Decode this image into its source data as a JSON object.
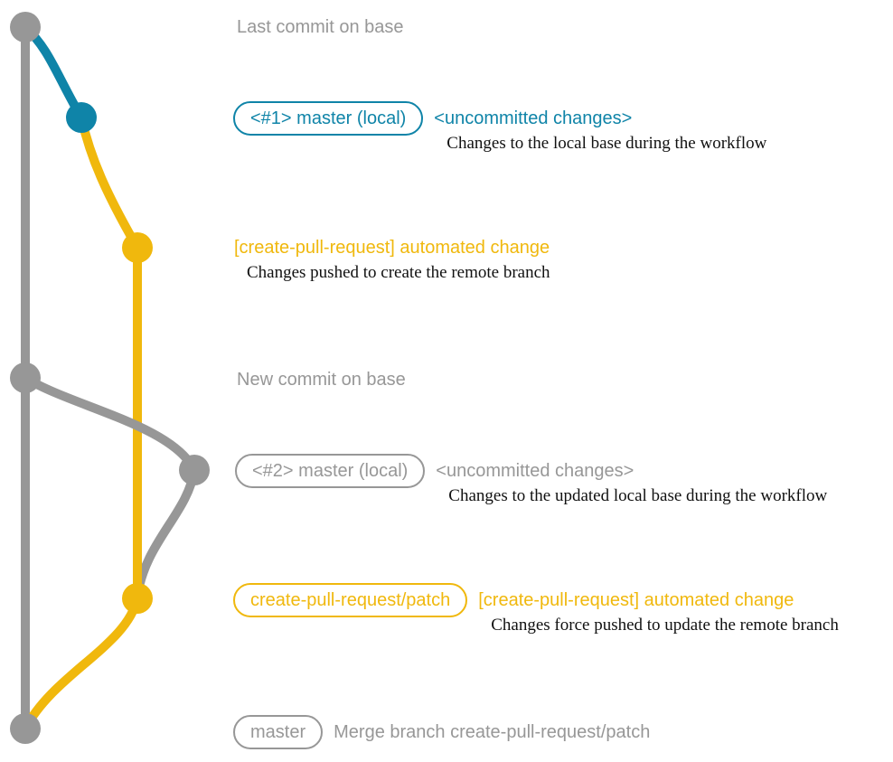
{
  "palette": {
    "gray": "#979797",
    "teal": "#0f84a8",
    "yellow": "#f0b80d",
    "note_text": "#111111",
    "background": "#ffffff"
  },
  "diagram": {
    "branches": [
      {
        "name": "base",
        "color": "#979797"
      },
      {
        "name": "master (local)",
        "color": "#0f84a8"
      },
      {
        "name": "create-pull-request/patch",
        "color": "#f0b80d"
      }
    ],
    "commits": [
      {
        "message": "Last commit on base"
      },
      {
        "badge": "<#1> master (local)",
        "message": "<uncommitted changes>",
        "note": "Changes to the local base during the workflow"
      },
      {
        "message": "[create-pull-request] automated change",
        "note": "Changes pushed to create the remote branch"
      },
      {
        "message": "New commit on base"
      },
      {
        "badge": "<#2> master (local)",
        "message": "<uncommitted changes>",
        "note": "Changes to the updated local base during the workflow"
      },
      {
        "badge": "create-pull-request/patch",
        "message": "[create-pull-request] automated change",
        "note": "Changes force pushed to update the remote branch"
      },
      {
        "badge": "master",
        "message": "Merge branch create-pull-request/patch"
      }
    ]
  }
}
